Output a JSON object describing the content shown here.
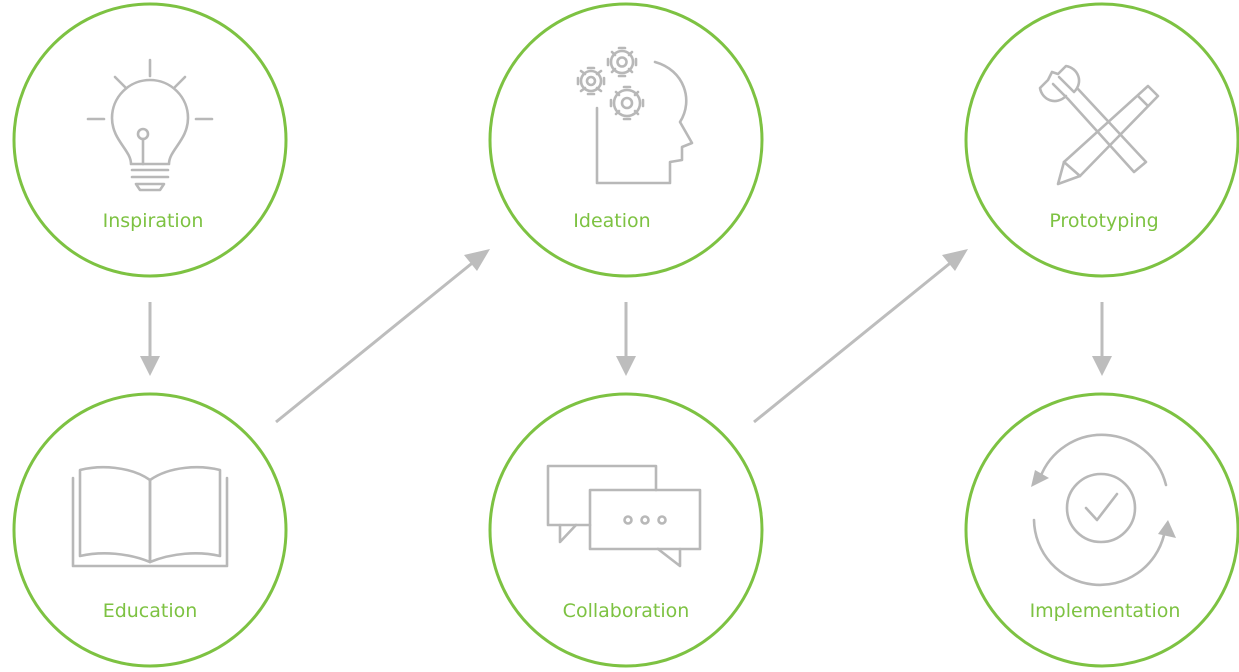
{
  "colors": {
    "accent": "#7dc242",
    "icon": "#b8b8b8",
    "arrow": "#bdbdbd"
  },
  "nodes": [
    {
      "id": "inspiration",
      "label": "Inspiration",
      "icon": "lightbulb-icon"
    },
    {
      "id": "ideation",
      "label": "Ideation",
      "icon": "head-gears-icon"
    },
    {
      "id": "prototyping",
      "label": "Prototyping",
      "icon": "wrench-pencil-icon"
    },
    {
      "id": "education",
      "label": "Education",
      "icon": "open-book-icon"
    },
    {
      "id": "collaboration",
      "label": "Collaboration",
      "icon": "chat-bubbles-icon"
    },
    {
      "id": "implementation",
      "label": "Implementation",
      "icon": "cycle-check-icon"
    }
  ],
  "edges": [
    {
      "from": "inspiration",
      "to": "education"
    },
    {
      "from": "education",
      "to": "ideation"
    },
    {
      "from": "ideation",
      "to": "collaboration"
    },
    {
      "from": "collaboration",
      "to": "prototyping"
    },
    {
      "from": "prototyping",
      "to": "implementation"
    }
  ]
}
